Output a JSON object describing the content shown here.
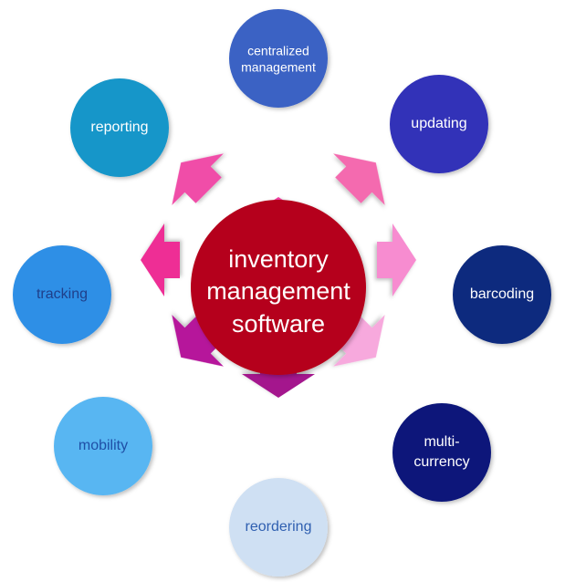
{
  "center": {
    "lines": [
      "inventory",
      "management",
      "software"
    ],
    "color": "#b5001a"
  },
  "nodes": {
    "centralized_management": {
      "lines": [
        "centralized",
        "management"
      ],
      "color": "#3a62c4",
      "text_color": "#ffffff"
    },
    "updating": {
      "lines": [
        "updating"
      ],
      "color": "#3131b8",
      "text_color": "#ffffff"
    },
    "barcoding": {
      "lines": [
        "barcoding"
      ],
      "color": "#0b2a7e",
      "text_color": "#ffffff"
    },
    "multi_currency": {
      "lines": [
        "multi-",
        "currency"
      ],
      "color": "#08177a",
      "text_color": "#ffffff"
    },
    "reordering": {
      "lines": [
        "reordering"
      ],
      "color": "#cfe0f3",
      "text_color": "#2f5fb0"
    },
    "mobility": {
      "lines": [
        "mobility"
      ],
      "color": "#58b6f2",
      "text_color": "#1f4fa6"
    },
    "tracking": {
      "lines": [
        "tracking"
      ],
      "color": "#2f8fe6",
      "text_color": "#1f3f8a"
    },
    "reporting": {
      "lines": [
        "reporting"
      ],
      "color": "#1596c9",
      "text_color": "#ffffff"
    }
  },
  "arrow_colors": {
    "centralized_management": "#f23ea0",
    "updating": "#f46aaf",
    "barcoding": "#f78cd0",
    "multi_currency": "#f7a9dd",
    "reordering": "#a4168d",
    "mobility": "#b6199b",
    "tracking": "#ee2f95",
    "reporting": "#f04ea8"
  }
}
